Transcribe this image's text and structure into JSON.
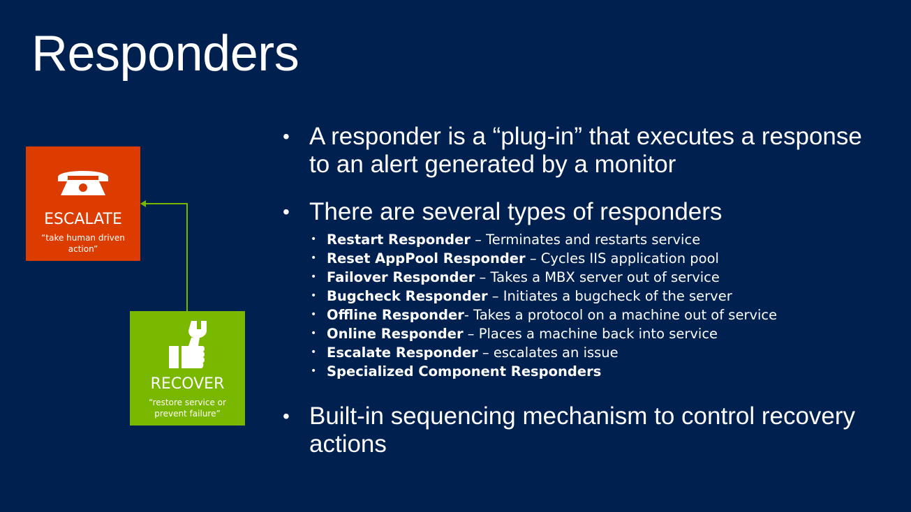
{
  "slide": {
    "title": "Responders"
  },
  "tiles": {
    "escalate": {
      "icon": "telephone-icon",
      "label": "ESCALATE",
      "description": "“take human driven action”",
      "color": "#dc3c00"
    },
    "recover": {
      "icon": "wrench-thumbs-up-icon",
      "label": "RECOVER",
      "description": "“restore service or prevent failure”",
      "color": "#7ab800"
    }
  },
  "bullets": [
    {
      "text": "A responder is a “plug-in” that executes a response to an alert generated by a monitor"
    },
    {
      "text": "There are several types of responders",
      "items": [
        {
          "name": "Restart Responder",
          "desc": " – Terminates and restarts service"
        },
        {
          "name": "Reset AppPool Responder",
          "desc": " – Cycles IIS application pool"
        },
        {
          "name": "Failover Responder",
          "desc": " – Takes a MBX server out of service"
        },
        {
          "name": "Bugcheck Responder",
          "desc": " – Initiates a bugcheck of the server"
        },
        {
          "name": "Offline Responder",
          "desc": "- Takes a protocol on a machine out of service"
        },
        {
          "name": "Online Responder",
          "desc": " – Places a machine back into service"
        },
        {
          "name": "Escalate Responder",
          "desc": " – escalates an issue"
        },
        {
          "name": "Specialized Component Responders",
          "desc": ""
        }
      ]
    },
    {
      "text": "Built-in sequencing mechanism to control recovery actions"
    }
  ],
  "colors": {
    "background": "#002050",
    "connector": "#7ab800"
  }
}
